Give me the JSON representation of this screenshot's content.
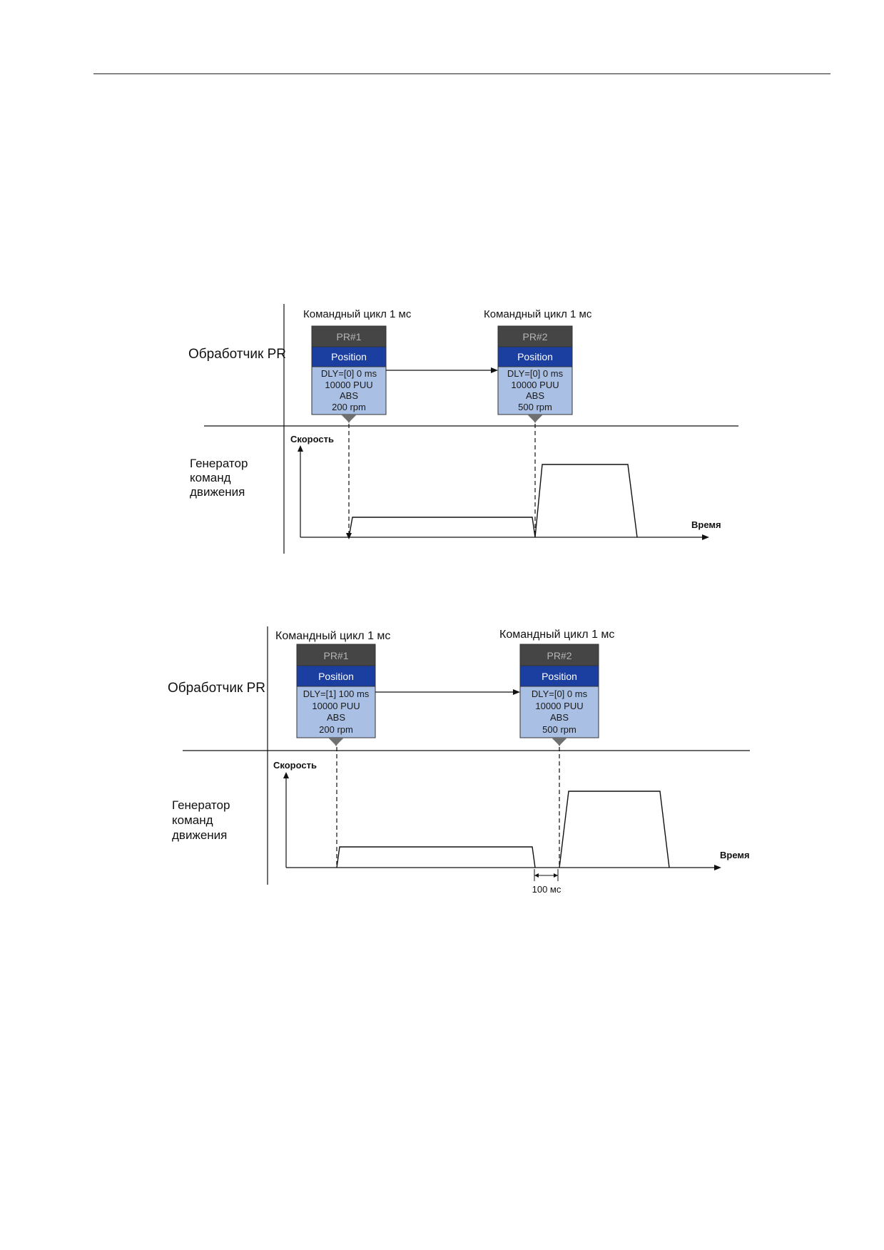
{
  "colors": {
    "header": "#454545",
    "header_text": "#b5b5b5",
    "mode": "#1b3fa0",
    "mode_text": "#ffffff",
    "body": "#a9bfe3",
    "body_text": "#1a1a1a",
    "pointer": "#707070",
    "line": "#111111"
  },
  "diagrams": [
    {
      "processor_label": "Обработчик PR",
      "generator_label": [
        "Генератор",
        "команд",
        "движения"
      ],
      "speed_label": "Скорость",
      "time_label": "Время",
      "blocks": [
        {
          "cycle_label": "Командный цикл 1 мс",
          "header": "PR#1",
          "mode": "Position",
          "lines": [
            "DLY=[0] 0 ms",
            "10000 PUU",
            "ABS",
            "200 rpm"
          ]
        },
        {
          "cycle_label": "Командный цикл 1 мс",
          "header": "PR#2",
          "mode": "Position",
          "lines": [
            "DLY=[0] 0 ms",
            "10000 PUU",
            "ABS",
            "500 rpm"
          ]
        }
      ]
    },
    {
      "processor_label": "Обработчик PR",
      "generator_label": [
        "Генератор",
        "команд",
        "движения"
      ],
      "speed_label": "Скорость",
      "time_label": "Время",
      "delay_label": "100 мс",
      "blocks": [
        {
          "cycle_label": "Командный цикл 1 мс",
          "header": "PR#1",
          "mode": "Position",
          "lines": [
            "DLY=[1] 100 ms",
            "10000 PUU",
            "ABS",
            "200 rpm"
          ]
        },
        {
          "cycle_label": "Командный цикл 1 мс",
          "header": "PR#2",
          "mode": "Position",
          "lines": [
            "DLY=[0] 0 ms",
            "10000 PUU",
            "ABS",
            "500 rpm"
          ]
        }
      ]
    }
  ]
}
